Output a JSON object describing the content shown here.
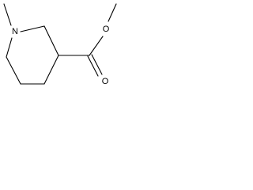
{
  "molecule": {
    "atoms": {
      "nitrogen": "N",
      "ester_ether_oxygen": "O",
      "carbonyl_oxygen": "O"
    },
    "colors": {
      "bond": "#000000",
      "label": "#000000",
      "background": "#ffffff"
    }
  }
}
